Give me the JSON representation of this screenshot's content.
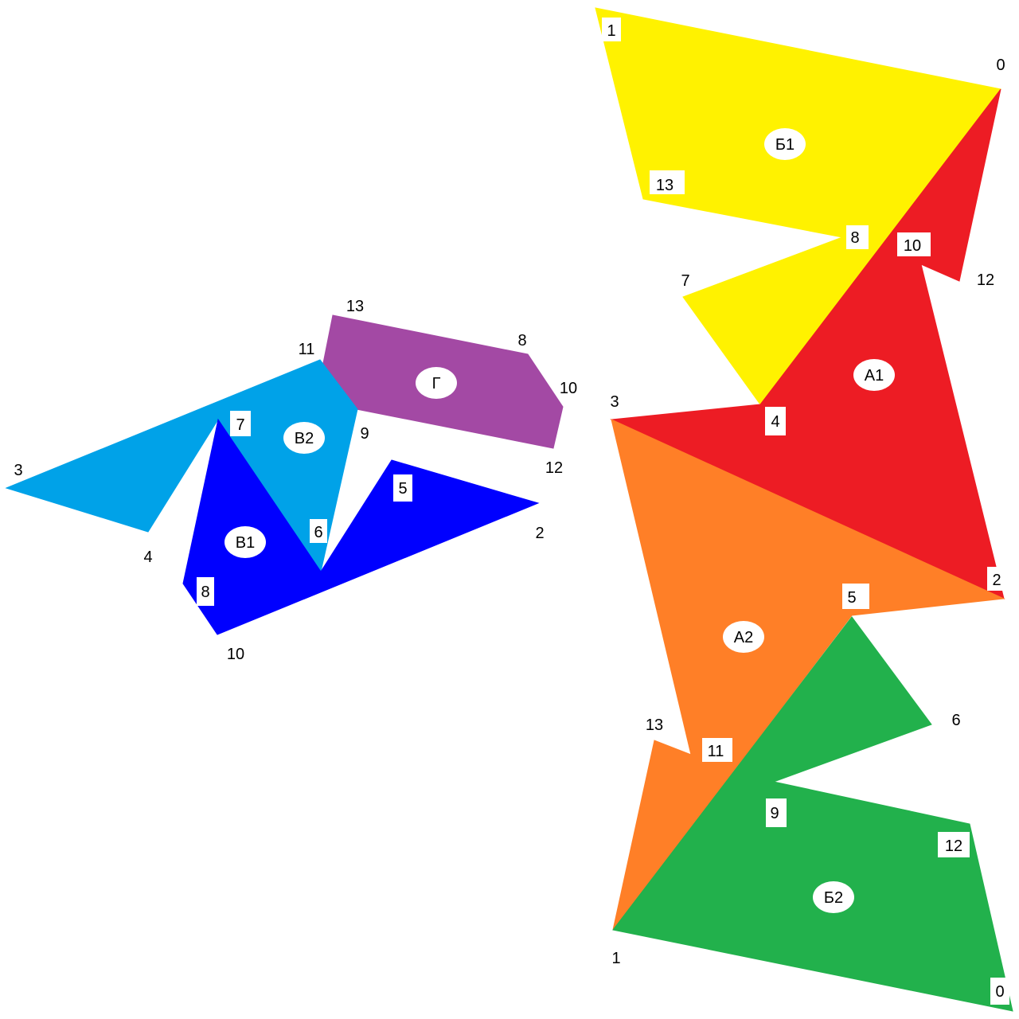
{
  "colors": {
    "yellow": "#FFF200",
    "red": "#ED1C24",
    "orange": "#FF7F27",
    "green": "#22B14C",
    "light_blue": "#00A2E8",
    "blue": "#0000FF",
    "purple": "#A349A4"
  },
  "pieces": {
    "b1": "Б1",
    "a1": "А1",
    "a2": "А2",
    "b2": "Б2",
    "v2": "В2",
    "v1": "В1",
    "g": "Г"
  },
  "vertex_labels": {
    "right_top": {
      "v1": "1",
      "v0": "0",
      "v13": "13",
      "v8": "8",
      "v10": "10",
      "v12": "12",
      "v7": "7",
      "v3": "3",
      "v4": "4",
      "v2": "2"
    },
    "right_bottom": {
      "v5": "5",
      "v6": "6",
      "v13": "13",
      "v11": "11",
      "v9": "9",
      "v12": "12",
      "v1": "1",
      "v0": "0"
    },
    "left": {
      "v13": "13",
      "v8": "8",
      "v11": "11",
      "v10": "10",
      "v7": "7",
      "v9": "9",
      "v12": "12",
      "v3": "3",
      "v5": "5",
      "v6": "6",
      "v2": "2",
      "v4": "4",
      "v8b": "8",
      "v10b": "10"
    }
  }
}
